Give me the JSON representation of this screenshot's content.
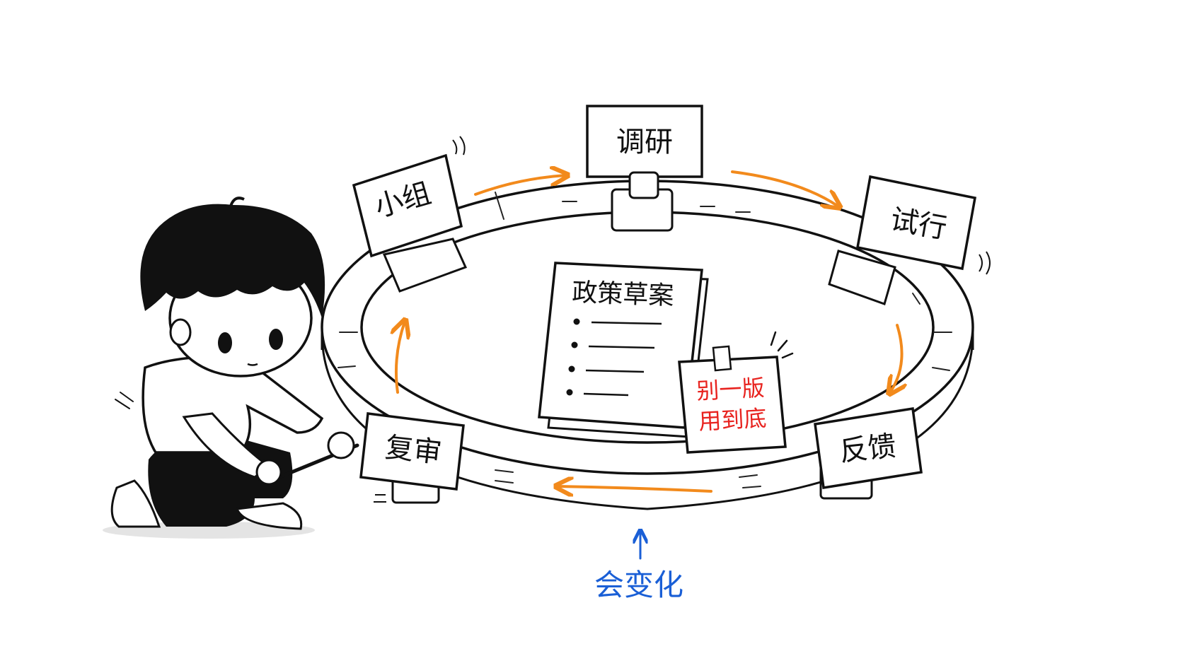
{
  "stages": [
    {
      "id": "group",
      "label": "小组"
    },
    {
      "id": "research",
      "label": "调研"
    },
    {
      "id": "trial",
      "label": "试行"
    },
    {
      "id": "feedback",
      "label": "反馈"
    },
    {
      "id": "review",
      "label": "复审"
    }
  ],
  "document": {
    "title": "政策草案",
    "bullet_count": 4
  },
  "sticky_note": {
    "line1": "别一版",
    "line2": "用到底",
    "text_color": "#e8231f"
  },
  "annotation": {
    "label": "会变化",
    "color": "#1a5fd6"
  },
  "colors": {
    "ink": "#111111",
    "arrow": "#f28a1c",
    "paper": "#ffffff"
  }
}
